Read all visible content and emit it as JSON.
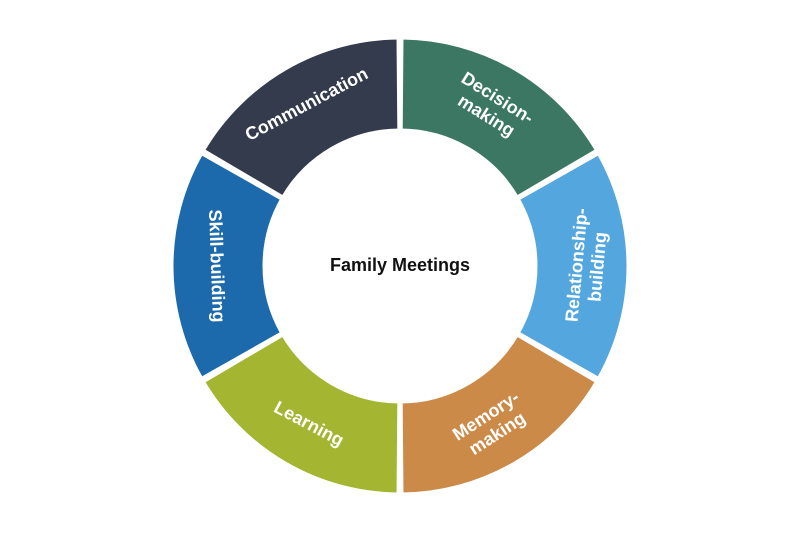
{
  "diagram": {
    "center_title": "Family Meetings",
    "segments": [
      {
        "lines": [
          "Decision-",
          "making"
        ],
        "color": "#3b7762"
      },
      {
        "lines": [
          "Relationship-",
          "building"
        ],
        "color": "#53a6de"
      },
      {
        "lines": [
          "Memory-",
          "making"
        ],
        "color": "#cb8a48"
      },
      {
        "lines": [
          "Learning"
        ],
        "color": "#a3b531"
      },
      {
        "lines": [
          "Skill-building"
        ],
        "color": "#1c6aab"
      },
      {
        "lines": [
          "Communication"
        ],
        "color": "#333b4c"
      }
    ]
  }
}
